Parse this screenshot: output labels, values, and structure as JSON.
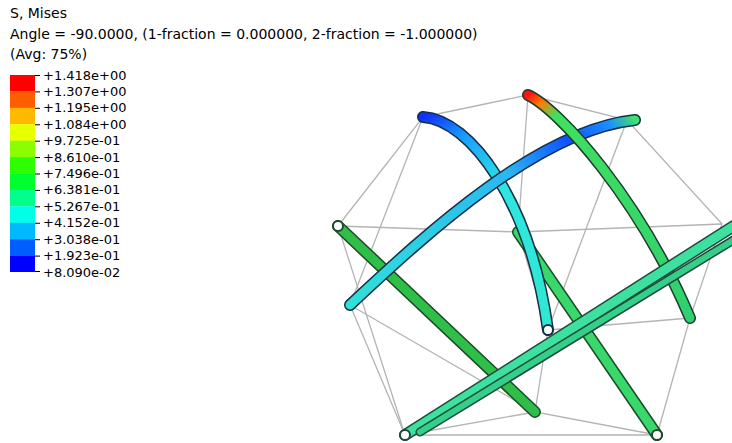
{
  "diagram": {
    "labels": [
      "S, Mises",
      "Angle = -90.0000, (1-fraction = 0.000000, 2-fraction = -1.000000)",
      "(Avg: 75%)",
      "+1.418e+00",
      "+1.307e+00",
      "+1.195e+00",
      "+1.084e+00",
      "+9.725e-01",
      "+8.610e-01",
      "+7.496e-01",
      "+6.381e-01",
      "+5.267e-01",
      "+4.152e-01",
      "+3.038e-01",
      "+1.923e-01",
      "+8.090e-02"
    ]
  }
}
